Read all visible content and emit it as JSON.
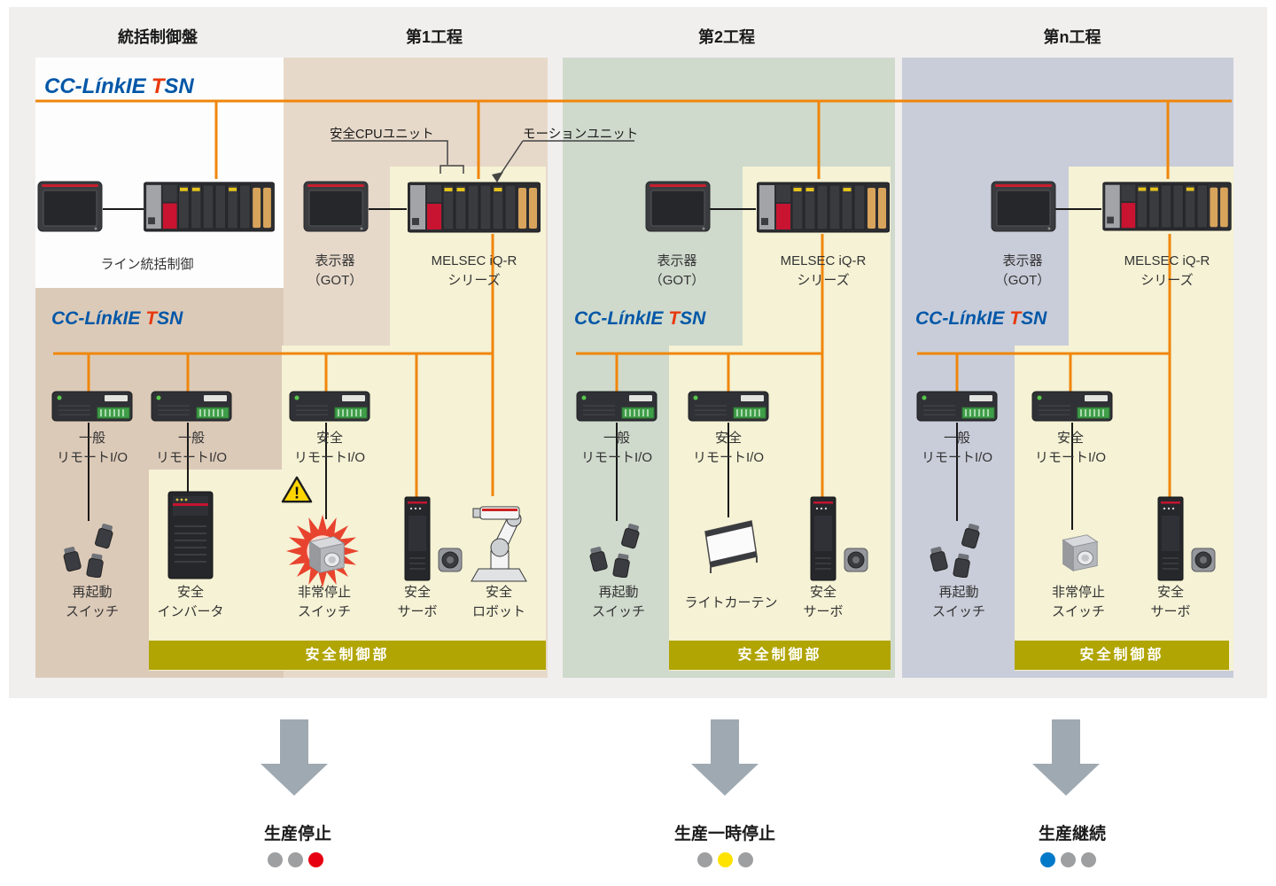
{
  "colors": {
    "panel_bg": "#f0efee",
    "master_bg": "#fdfdfd",
    "master_sub_bg": "#dccab8",
    "process1_bg": "#e7d9ca",
    "process2_bg": "#cfd9cc",
    "processn_bg": "#c9cdd9",
    "safety_zone_bg": "#f5f2d5",
    "safety_bar_bg": "#b1a504",
    "network_orange": "#f0860b",
    "logo_blue": "#0057a7",
    "logo_red": "#e8380d",
    "line_black": "#1a1a1a",
    "text_dark": "#1a1a1a",
    "text_label": "#333333",
    "arrow_gray": "#9fa9b1",
    "dot_gray": "#9e9fa1",
    "dot_red": "#e60012",
    "dot_yellow": "#ffe300",
    "dot_blue": "#0079c8"
  },
  "logo": {
    "cc": "CC-Línk",
    "ie": "IE",
    "t": "T",
    "sn": "SN"
  },
  "headers": {
    "master": "統括制御盤",
    "p1": "第1工程",
    "p2": "第2工程",
    "pn": "第n工程"
  },
  "labels": {
    "master_device": "ライン統括制御",
    "got1": "表示器",
    "got2": "（GOT）",
    "plc1": "MELSEC iQ-R",
    "plc2": "シリーズ",
    "ann_cpu": "安全CPUユニット",
    "ann_motion": "モーションユニット",
    "gio1": "一般",
    "gio2": "リモートI/O",
    "sio1": "安全",
    "sio2": "リモートI/O",
    "restart1": "再起動",
    "restart2": "スイッチ",
    "inverter1": "安全",
    "inverter2": "インバータ",
    "estop1": "非常停止",
    "estop2": "スイッチ",
    "servo1": "安全",
    "servo2": "サーボ",
    "robot1": "安全",
    "robot2": "ロボット",
    "curtain": "ライトカーテン",
    "safety_bar": "安全制御部"
  },
  "outcomes": [
    {
      "label": "生産停止",
      "dots": [
        "#9e9fa1",
        "#9e9fa1",
        "#e60012"
      ]
    },
    {
      "label": "生産一時停止",
      "dots": [
        "#9e9fa1",
        "#ffe300",
        "#9e9fa1"
      ]
    },
    {
      "label": "生産継続",
      "dots": [
        "#0079c8",
        "#9e9fa1",
        "#9e9fa1"
      ]
    }
  ]
}
